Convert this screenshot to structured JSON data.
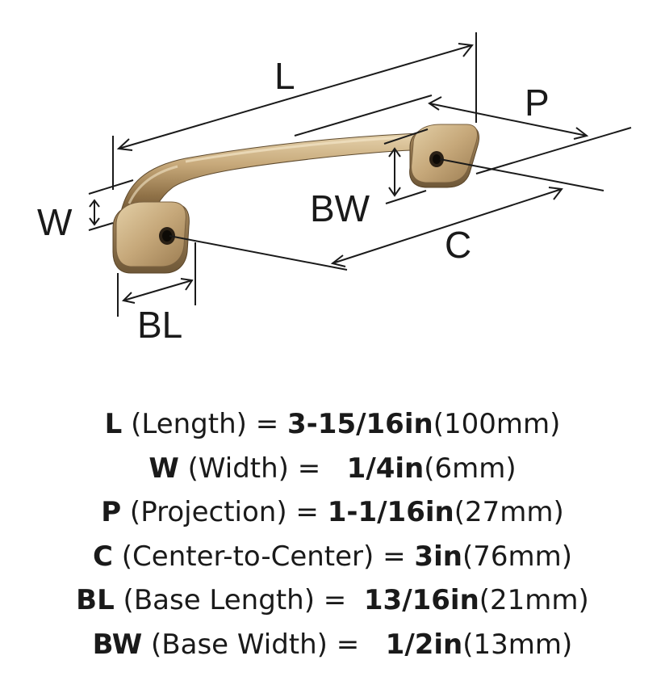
{
  "labels": {
    "L": "L",
    "P": "P",
    "W": "W",
    "BW": "BW",
    "C": "C",
    "BL": "BL"
  },
  "specs": [
    {
      "key": "L",
      "desc": " (Length) = ",
      "imperial": "3-15/16in",
      "metric": "(100mm)"
    },
    {
      "key": "W",
      "desc": " (Width) =   ",
      "imperial": "1/4in",
      "metric": "(6mm)"
    },
    {
      "key": "P",
      "desc": " (Projection) = ",
      "imperial": "1-1/16in",
      "metric": "(27mm)"
    },
    {
      "key": "C",
      "desc": " (Center-to-Center) = ",
      "imperial": "3in",
      "metric": "(76mm)"
    },
    {
      "key": "BL",
      "desc": " (Base Length) =  ",
      "imperial": "13/16in",
      "metric": "(21mm)"
    },
    {
      "key": "BW",
      "desc": " (Base Width) =   ",
      "imperial": "1/2in",
      "metric": "(13mm)"
    }
  ],
  "colors": {
    "metal_light": "#d9c29b",
    "metal_mid": "#b39467",
    "metal_dark": "#6e5736",
    "line": "#1a1a1a"
  }
}
